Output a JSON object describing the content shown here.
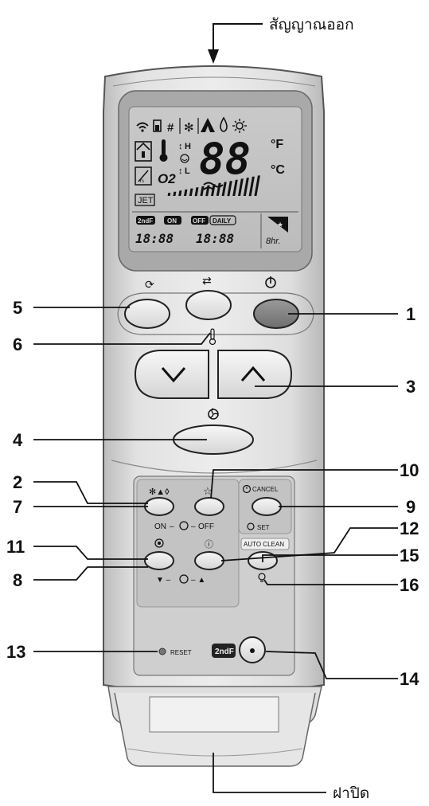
{
  "labels": {
    "signal_out": "สัญญาณออก",
    "cover": "ฝาปิด"
  },
  "callouts": {
    "c1": "1",
    "c2": "2",
    "c3": "3",
    "c4": "4",
    "c5": "5",
    "c6": "6",
    "c7": "7",
    "c8": "8",
    "c9": "9",
    "c10": "10",
    "c11": "11",
    "c12": "12",
    "c13": "13",
    "c14": "14",
    "c15": "15",
    "c16": "16"
  },
  "lcd": {
    "big_digits": "88",
    "unit_f": "°F",
    "unit_c": "°C",
    "o2": "O2",
    "jet": "JET",
    "h_mark": "H",
    "l_mark": "L",
    "badge_2ndf": "2ndF",
    "badge_on": "ON",
    "badge_off": "OFF",
    "badge_daily": "DAILY",
    "timer_on": "18:88",
    "timer_off": "18:88",
    "hr_label": "8hr."
  },
  "buttons": {
    "on_off_label": "ON",
    "off_label": "OFF",
    "cancel_label": "CANCEL",
    "set_label": "SET",
    "auto_clean_label": "AUTO CLEAN",
    "reset_label": "RESET",
    "second_f_label": "2ndF"
  },
  "icons": {
    "power": "power-icon",
    "swing": "swing-icon",
    "mode": "mode-icon",
    "fan": "fan-icon",
    "thermometer": "thermometer-icon",
    "star": "star-icon",
    "clock": "clock-icon",
    "bulb": "bulb-icon"
  }
}
